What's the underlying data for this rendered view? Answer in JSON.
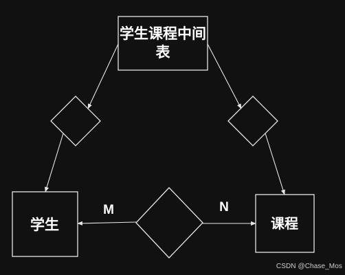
{
  "diagram": {
    "entities": {
      "junction_table": {
        "line1": "学生课程中间",
        "line2": "表"
      },
      "student": {
        "label": "学生"
      },
      "course": {
        "label": "课程"
      }
    },
    "cardinality": {
      "left": "M",
      "right": "N"
    }
  },
  "watermark": "CSDN @Chase_Mos",
  "colors": {
    "background": "#111111",
    "stroke": "#e6e6e6",
    "text": "#ffffff"
  }
}
